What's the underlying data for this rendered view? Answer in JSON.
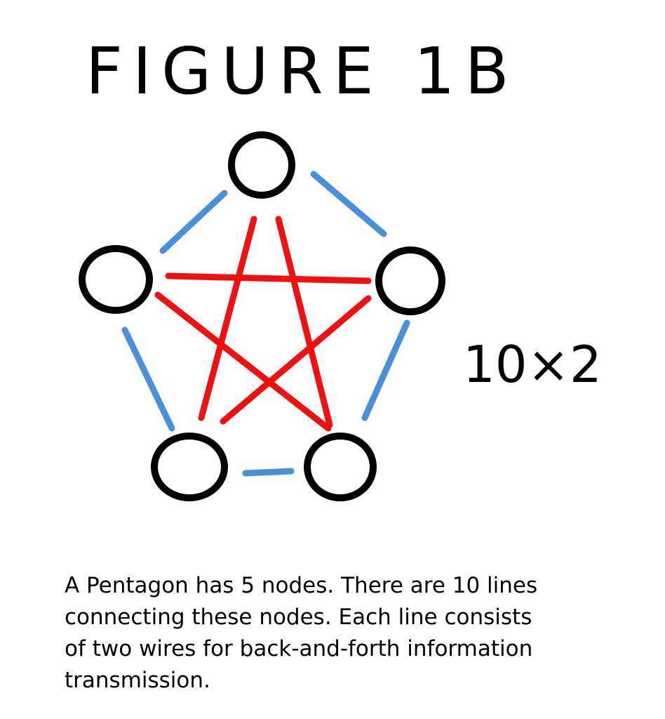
{
  "title": "FIGURE 1B",
  "multiplier": "10×2",
  "colors": {
    "node": "#000000",
    "outer_edges": "#4a90d9",
    "inner_edges": "#ee1111"
  },
  "diagram": {
    "nodes": [
      "top",
      "left",
      "right",
      "bottom-left",
      "bottom-right"
    ],
    "outer_edges": [
      [
        "top",
        "left"
      ],
      [
        "top",
        "right"
      ],
      [
        "left",
        "bottom-left"
      ],
      [
        "right",
        "bottom-right"
      ],
      [
        "bottom-left",
        "bottom-right"
      ]
    ],
    "inner_edges": [
      [
        "left",
        "right"
      ],
      [
        "top",
        "bottom-left"
      ],
      [
        "top",
        "bottom-right"
      ],
      [
        "left",
        "bottom-right"
      ],
      [
        "right",
        "bottom-left"
      ]
    ]
  },
  "caption": {
    "lines": [
      "A Pentagon has 5 nodes. There are 10 lines",
      "connecting these nodes. Each line consists",
      "of two wires for back-and-forth information",
      "transmission."
    ]
  }
}
